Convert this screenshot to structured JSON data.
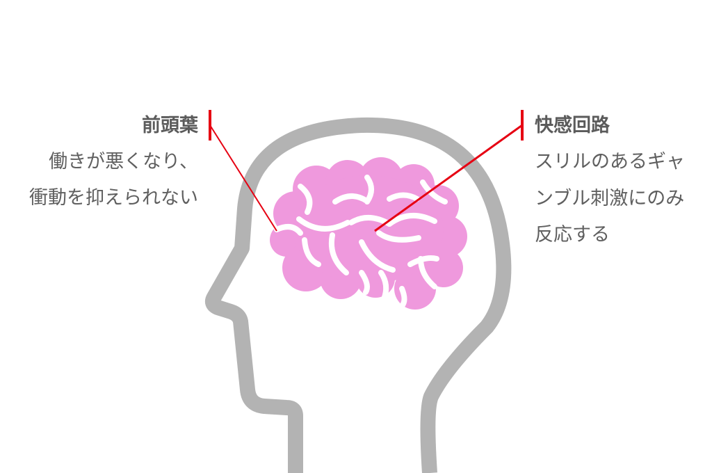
{
  "colors": {
    "head_outline": "#b3b3b3",
    "brain_fill": "#ef99dd",
    "brain_grooves": "#ffffff",
    "leader_lines": "#e60012",
    "text": "#5f5f5f"
  },
  "icons": {
    "head": "head-profile-icon",
    "brain": "brain-icon"
  },
  "left_label": {
    "title": "前頭葉",
    "lines": [
      "働きが悪くなり、",
      "衝動を抑えられない"
    ]
  },
  "right_label": {
    "title": "快感回路",
    "lines": [
      "スリルのあるギャ",
      "ンブル刺激にのみ",
      "反応する"
    ]
  }
}
